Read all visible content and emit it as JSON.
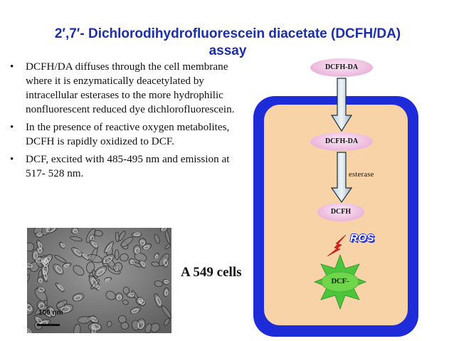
{
  "slide": {
    "title_line1": "2′,7′- Dichlorodihydrofluorescein diacetate (DCFH/DA)",
    "title_line2": "assay",
    "bullets": [
      "DCFH/DA diffuses through the cell membrane where it is enzymatically deacetylated by intracellular esterases to the more hydrophilic nonfluorescent reduced dye dichlorofluorescein.",
      "In the presence of reactive oxygen metabolites, DCFH is rapidly oxidized to DCF.",
      "DCF, excited with 485-495 nm and emission at 517- 528 nm."
    ],
    "image_caption": "A 549 cells",
    "scale_label": "100 nm"
  },
  "diagram": {
    "outside_label": "DCFH-DA",
    "inside_label": "DCFH-DA",
    "enzyme_label": "esterase",
    "reduced_label": "DCFH",
    "ros_label": "ROS",
    "product_label": "DCF-"
  },
  "colors": {
    "title": "#1a2fa8",
    "membrane": "#1d2bd8",
    "cytoplasm": "#f8d3a8",
    "molecule": "#eab3d9",
    "fluorescent_burst": "#4bc63c",
    "lightning": "#e8201c"
  },
  "icons": {
    "oxidation": "lightning-bolt-icon",
    "fluorescence": "starburst-icon"
  }
}
